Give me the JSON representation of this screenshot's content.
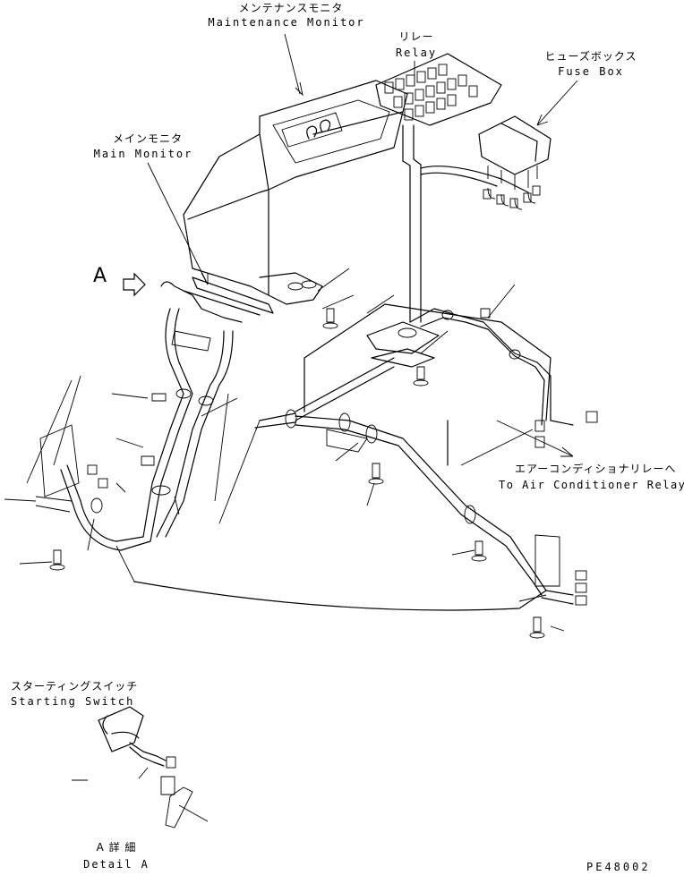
{
  "labels": {
    "maintenance_monitor_jp": "メンテナンスモニタ",
    "maintenance_monitor_en": "Maintenance Monitor",
    "relay_jp": "リレー",
    "relay_en": "Relay",
    "fuse_box_jp": "ヒューズボックス",
    "fuse_box_en": "Fuse Box",
    "main_monitor_jp": "メインモニタ",
    "main_monitor_en": "Main Monitor",
    "view_marker": "A",
    "air_conditioner_relay_jp": "エアーコンディショナリレーへ",
    "air_conditioner_relay_en": "To Air Conditioner Relay",
    "starting_switch_jp": "スターティングスイッチ",
    "starting_switch_en": "Starting Switch",
    "detail_jp": "A 詳 細",
    "detail_en": "Detail A",
    "drawing_number": "PE48002"
  }
}
